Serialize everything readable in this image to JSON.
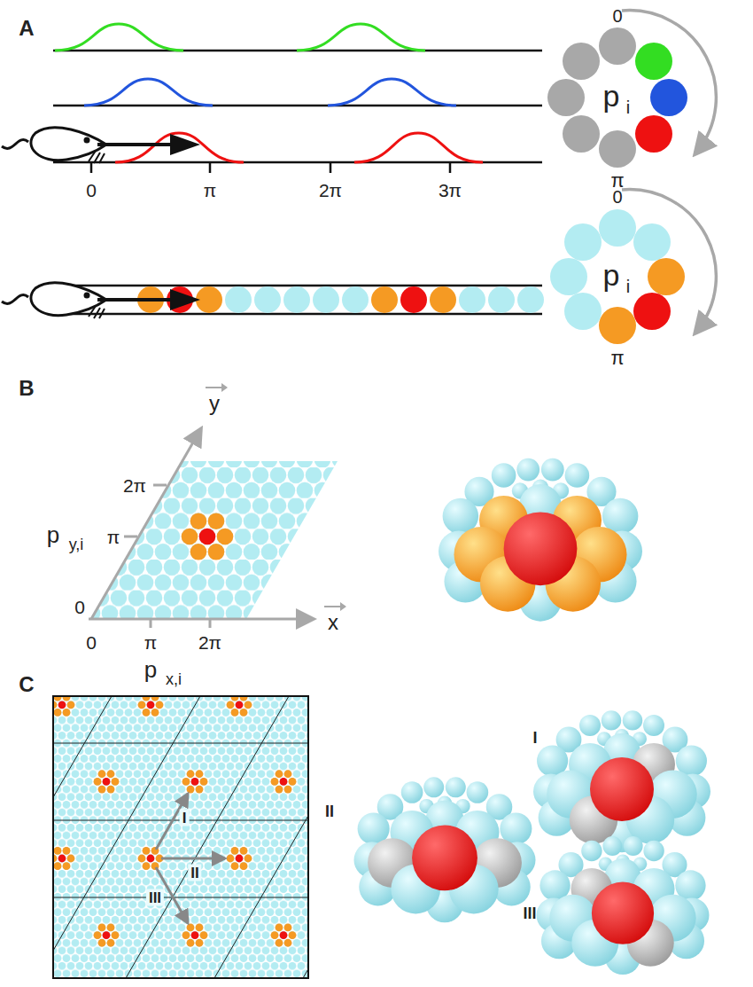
{
  "diagram": {
    "labels": [
      "A",
      "0",
      "π",
      "2π",
      "3π",
      "0",
      "p",
      "i",
      "π",
      "0",
      "p",
      "i",
      "π",
      "B",
      "y",
      "2π",
      "π",
      "p",
      "y,i",
      "0",
      "0",
      "π",
      "2π",
      "x",
      "p",
      "x,i",
      "C",
      "I",
      "II",
      "III",
      "I",
      "II",
      "III"
    ]
  }
}
